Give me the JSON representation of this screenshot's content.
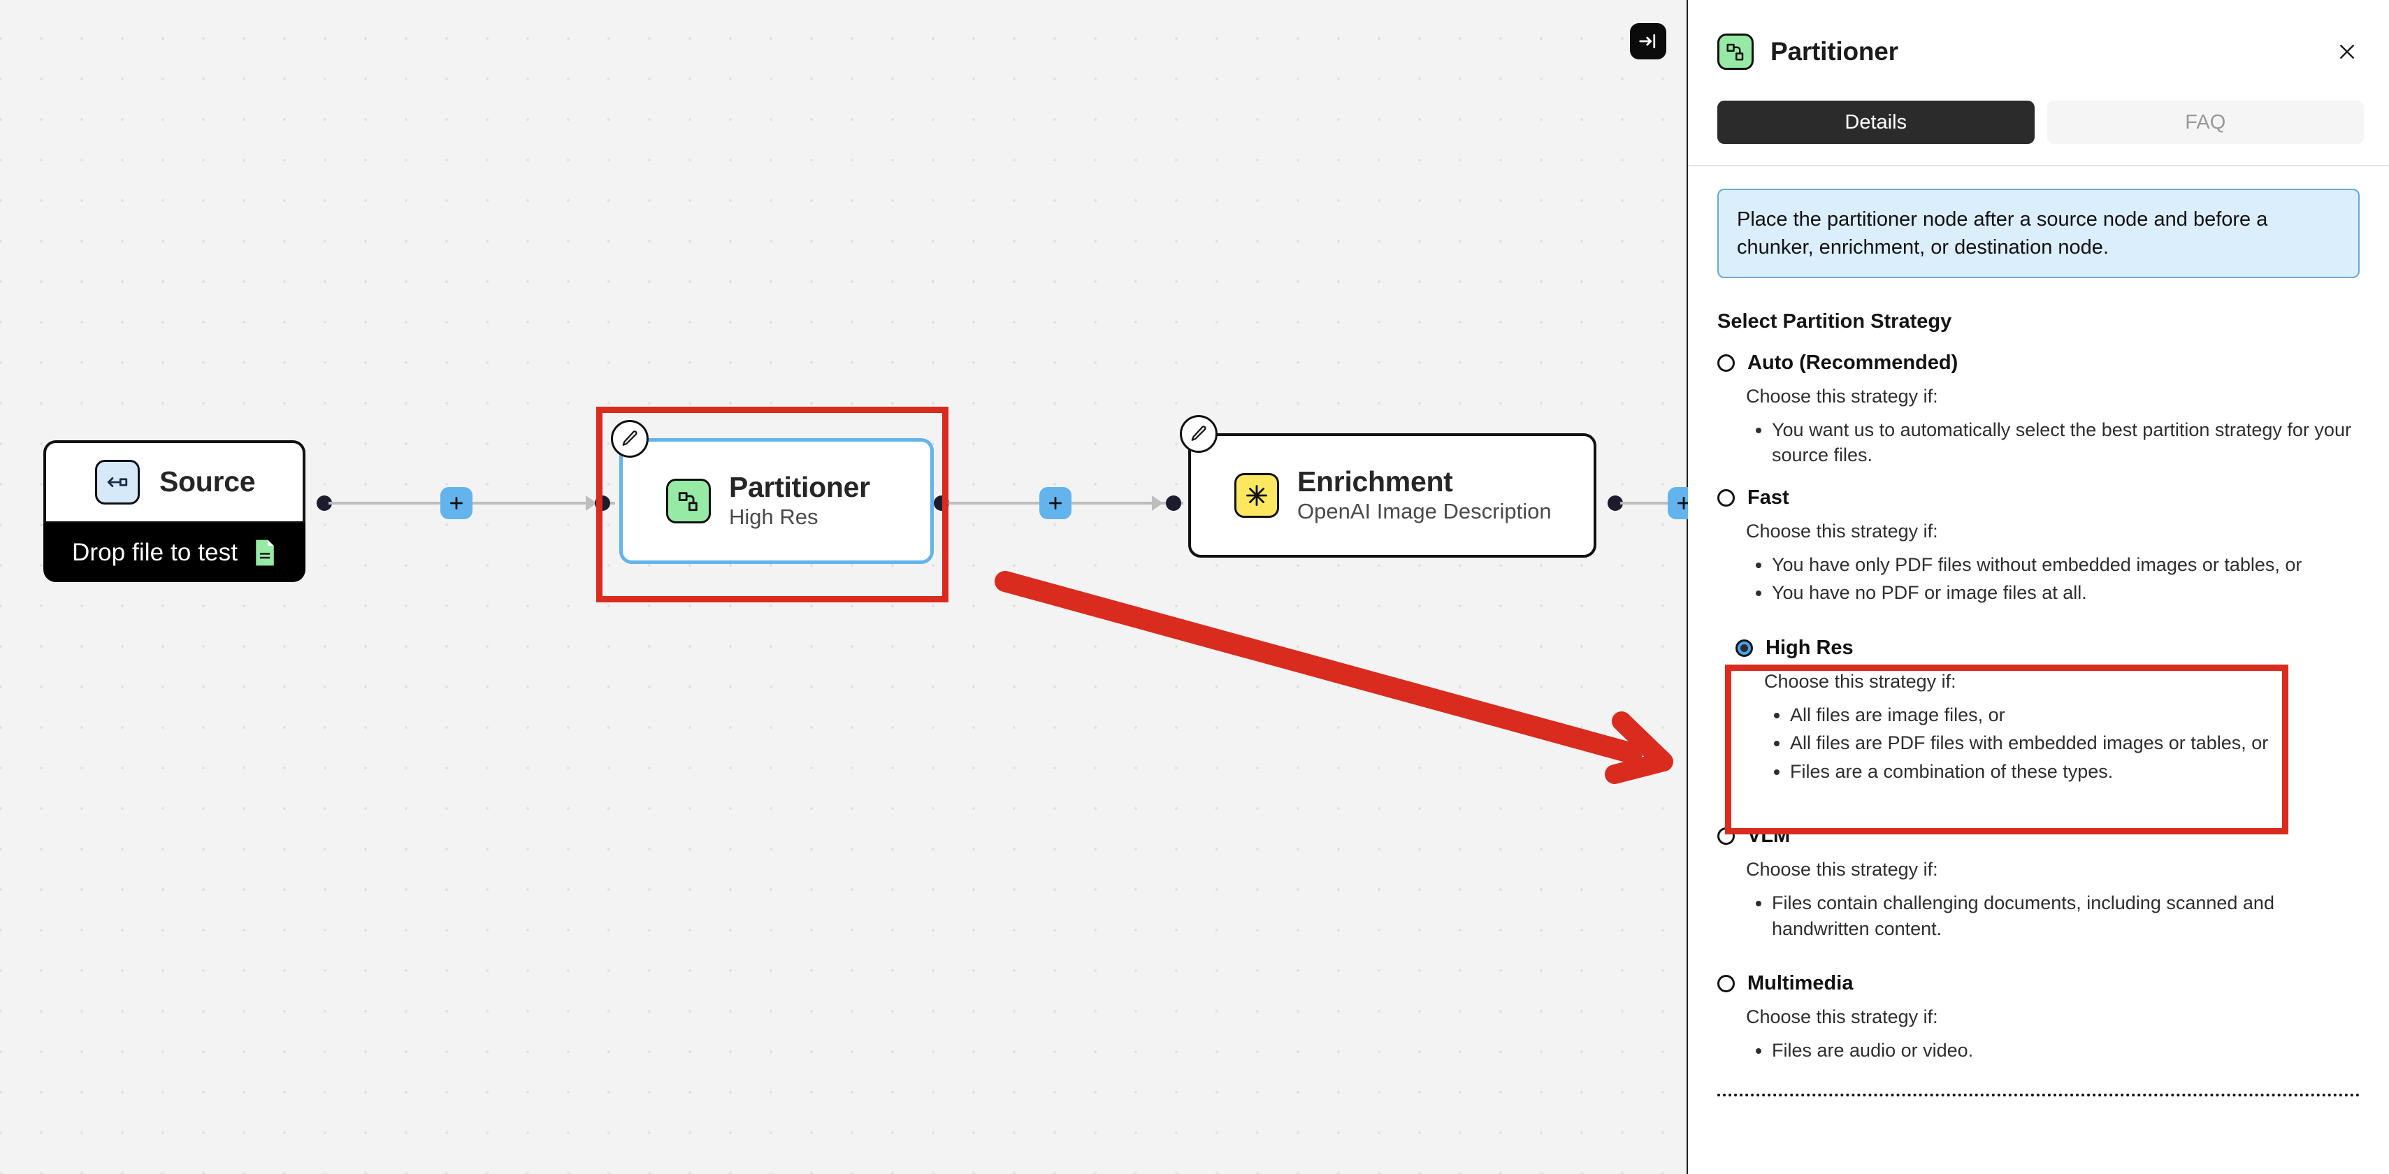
{
  "canvas": {
    "collapse_button": {
      "name": "collapse-panel",
      "icon": "arrow-to-right-bar-icon"
    },
    "nodes": [
      {
        "id": "source",
        "title": "Source",
        "subtitle": "",
        "icon": "source-arrow-icon",
        "icon_color": "#d6e9f8",
        "banner_text": "Drop file to test",
        "banner_icon": "document-icon",
        "banner_icon_color": "#97eaa6"
      },
      {
        "id": "partitioner",
        "title": "Partitioner",
        "subtitle": "High Res",
        "icon": "partition-nodes-icon",
        "icon_color": "#97eaa6",
        "selected": true,
        "edit_icon": "pencil-icon"
      },
      {
        "id": "enrichment",
        "title": "Enrichment",
        "subtitle": "OpenAI Image Description",
        "icon": "sparkle-asterisk-icon",
        "icon_color": "#fbe860",
        "edit_icon": "pencil-icon"
      }
    ],
    "add_node_buttons": [
      {
        "label": "+",
        "name": "add-node-after-source"
      },
      {
        "label": "+",
        "name": "add-node-after-partitioner"
      },
      {
        "label": "+",
        "name": "add-node-after-enrichment"
      }
    ]
  },
  "annotations": {
    "highlight_color": "#d92b1e",
    "arrow_color": "#d92b1e",
    "highlight_targets": [
      "partitioner-node",
      "high-res-option"
    ]
  },
  "panel": {
    "title": "Partitioner",
    "icon": "partition-nodes-icon",
    "close_icon": "close-icon",
    "tabs": [
      {
        "label": "Details",
        "active": true
      },
      {
        "label": "FAQ",
        "active": false
      }
    ],
    "info_banner": "Place the partitioner node after a source node and before a chunker, enrichment, or destination node.",
    "section_title": "Select Partition Strategy",
    "prompt": "Choose this strategy if:",
    "options": [
      {
        "id": "auto",
        "label": "Auto (Recommended)",
        "selected": false,
        "bullets": [
          "You want us to automatically select the best partition strategy for your source files."
        ]
      },
      {
        "id": "fast",
        "label": "Fast",
        "selected": false,
        "bullets": [
          "You have only PDF files without embedded images or tables, or",
          "You have no PDF or image files at all."
        ]
      },
      {
        "id": "high-res",
        "label": "High Res",
        "selected": true,
        "highlighted": true,
        "bullets": [
          "All files are image files, or",
          "All files are PDF files with embedded images or tables, or",
          "Files are a combination of these types."
        ]
      },
      {
        "id": "vlm",
        "label": "VLM",
        "selected": false,
        "bullets": [
          "Files contain challenging documents, including scanned and handwritten content."
        ]
      },
      {
        "id": "multimedia",
        "label": "Multimedia",
        "selected": false,
        "bullets": [
          "Files are audio or video."
        ]
      }
    ]
  },
  "colors": {
    "accent_blue": "#63b3ed",
    "radio_selected": "#4aa3e8",
    "annotation_red": "#d92b1e",
    "node_green": "#97eaa6",
    "node_yellow": "#fbe860",
    "node_blue": "#d6e9f8",
    "canvas_bg": "#f3f3f3",
    "tab_active_bg": "#2b2b2b",
    "info_banner_bg": "#dbeefb"
  }
}
